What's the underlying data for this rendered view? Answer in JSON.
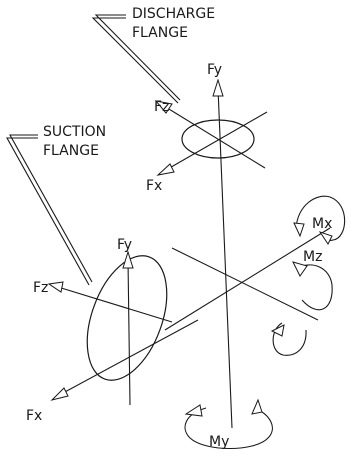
{
  "labels": {
    "discharge_line1": "DISCHARGE",
    "discharge_line2": "FLANGE",
    "suction_line1": "SUCTION",
    "suction_line2": "FLANGE",
    "top_fy": "Fy",
    "top_fz": "Fz",
    "top_fx": "Fx",
    "suction_fy": "Fy",
    "suction_fz": "Fz",
    "suction_fx": "Fx",
    "mx": "Mx",
    "mz": "Mz",
    "my": "My"
  },
  "colors": {
    "ink": "#1a1a1a",
    "background": "#ffffff"
  }
}
